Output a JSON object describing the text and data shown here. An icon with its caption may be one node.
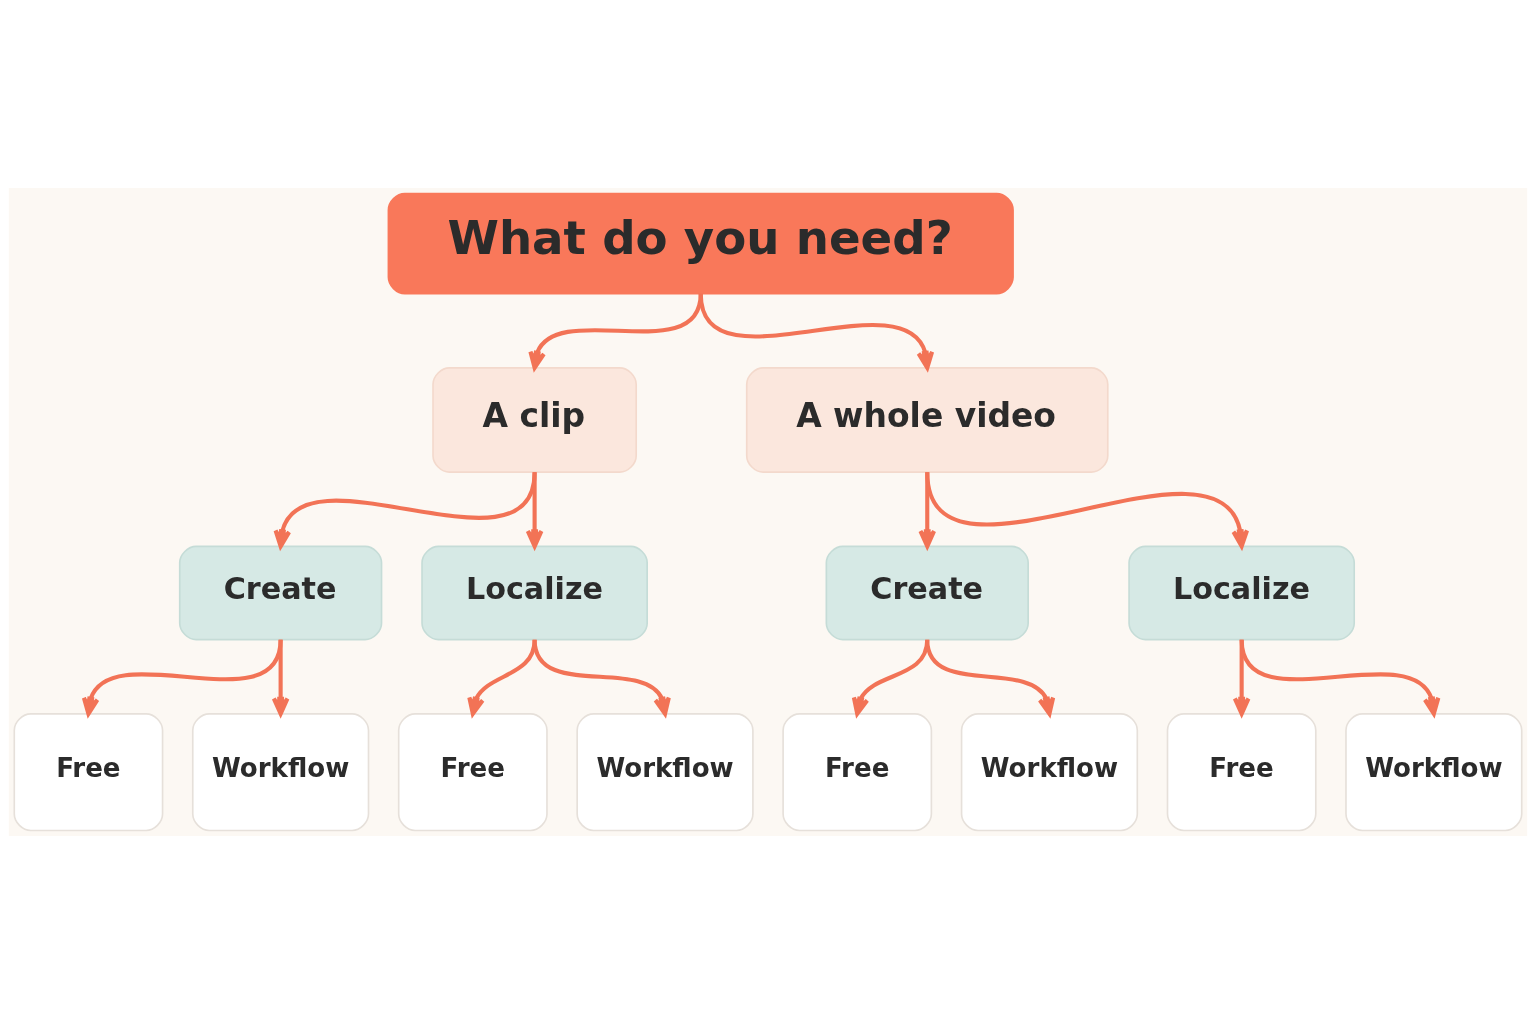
{
  "diagram": {
    "nodes": [
      {
        "text": [
          "What do you need?"
        ]
      },
      {
        "text": [
          "A clip"
        ]
      },
      {
        "text": [
          "A whole video"
        ]
      },
      {
        "text": [
          "Create"
        ]
      },
      {
        "text": [
          "Localize"
        ]
      },
      {
        "text": [
          "Create"
        ]
      },
      {
        "text": [
          "Localize"
        ]
      },
      {
        "text": [
          "Free"
        ]
      },
      {
        "text": [
          "Workflow"
        ]
      },
      {
        "text": [
          "Free"
        ]
      },
      {
        "text": [
          "Workflow"
        ]
      },
      {
        "text": [
          "Free"
        ]
      },
      {
        "text": [
          "Workflow"
        ]
      },
      {
        "text": [
          "Free"
        ]
      },
      {
        "text": [
          "Workflow"
        ]
      }
    ],
    "edges": [
      {
        "from": 0,
        "to": 1,
        "arrow": "to"
      },
      {
        "from": 0,
        "to": 2,
        "arrow": "to"
      },
      {
        "from": 1,
        "to": 3,
        "arrow": "to"
      },
      {
        "from": 1,
        "to": 4,
        "arrow": "to"
      },
      {
        "from": 2,
        "to": 5,
        "arrow": "to"
      },
      {
        "from": 2,
        "to": 6,
        "arrow": "to"
      },
      {
        "from": 3,
        "to": 7,
        "arrow": "to"
      },
      {
        "from": 3,
        "to": 8,
        "arrow": "to"
      },
      {
        "from": 4,
        "to": 9,
        "arrow": "to"
      },
      {
        "from": 4,
        "to": 10,
        "arrow": "to"
      },
      {
        "from": 5,
        "to": 11,
        "arrow": "to"
      },
      {
        "from": 5,
        "to": 12,
        "arrow": "to"
      },
      {
        "from": 6,
        "to": 13,
        "arrow": "to"
      },
      {
        "from": 6,
        "to": 14,
        "arrow": "to"
      }
    ]
  }
}
